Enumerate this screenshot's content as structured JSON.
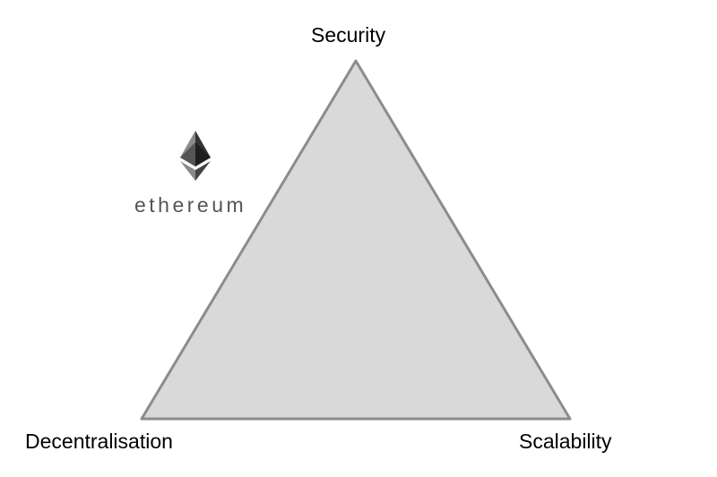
{
  "diagram": {
    "vertices": {
      "top": "Security",
      "bottom_left": "Decentralisation",
      "bottom_right": "Scalability"
    },
    "triangle_fill": "#d9d9d9",
    "triangle_stroke": "#8c8c8c"
  },
  "logo": {
    "icon": "ethereum-diamond-icon",
    "text": "ethereum"
  }
}
